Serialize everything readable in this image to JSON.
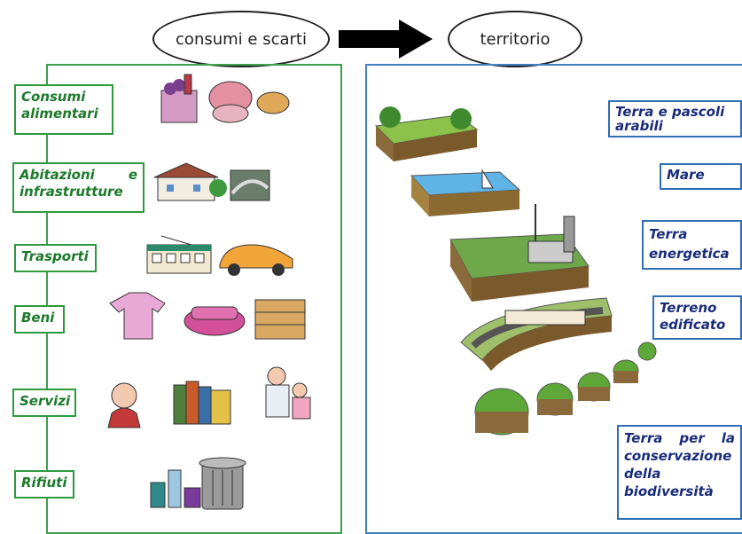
{
  "header": {
    "left_oval": "consumi e scarti",
    "right_oval": "territorio"
  },
  "consumption": [
    {
      "label": "Consumi alimentari"
    },
    {
      "label": "Abitazioni e infrastrutture"
    },
    {
      "label": "Trasporti"
    },
    {
      "label": "Beni"
    },
    {
      "label": "Servizi"
    },
    {
      "label": "Rifiuti"
    }
  ],
  "territory": [
    {
      "label": "Terra e pascoli arabili"
    },
    {
      "label": "Mare"
    },
    {
      "label": "Terra energetica"
    },
    {
      "label": "Terreno edificato"
    },
    {
      "label": "Terra per la conservazione della biodiversità"
    }
  ],
  "colors": {
    "green_frame": "#3aa04a",
    "blue_frame": "#3f7fc0",
    "green_text": "#1c7a2b",
    "blue_text": "#1a2c7a"
  }
}
